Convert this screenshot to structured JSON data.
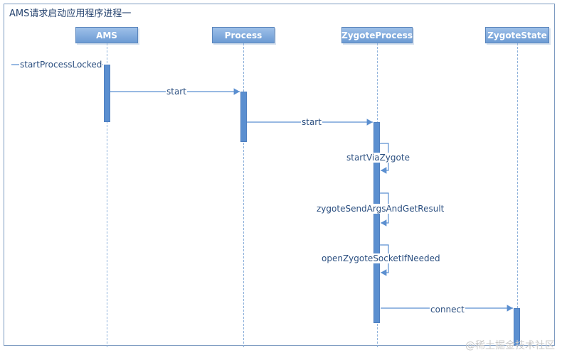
{
  "diagram": {
    "title": "AMS请求启动应用程序进程一",
    "lifelines": [
      "AMS",
      "Process",
      "ZygoteProcess",
      "ZygoteState"
    ],
    "messages": {
      "m1": "startProcessLocked",
      "m2": "start",
      "m3": "start",
      "m4": "startViaZygote",
      "m5": "zygoteSendArgsAndGetResult",
      "m6": "openZygoteSocketIfNeeded",
      "m7": "connect"
    },
    "colors": {
      "border": "#7d9bc1",
      "lifeline_head": "#6c9bd4",
      "activation": "#5b8fd0",
      "arrow": "#5b8fd0",
      "text": "#2b4f80"
    }
  },
  "watermark": "@稀土掘金技术社区"
}
